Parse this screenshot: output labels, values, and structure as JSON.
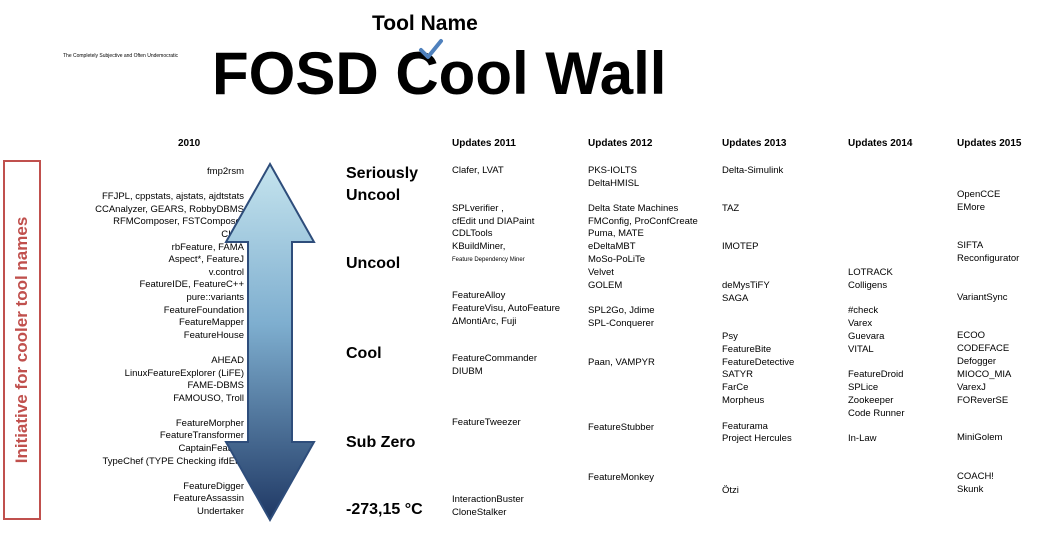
{
  "header": {
    "tool_name": "Tool Name",
    "title": "FOSD Cool Wall",
    "tagline": "The Completely Subjective and Often Undemocratic"
  },
  "sidebar": {
    "label": "Initiative for cooler tool names"
  },
  "levels": {
    "seriously_uncool_1": "Seriously",
    "seriously_uncool_2": "Uncool",
    "uncool": "Uncool",
    "cool": "Cool",
    "sub_zero": "Sub Zero",
    "absolute_zero": "-273,15 °C"
  },
  "columns": {
    "c2010": {
      "header": "2010",
      "items": [
        "fmp2rsm",
        "",
        "FFJPL, cppstats, ajstats, ajdtstats",
        "CCAnalyzer, GEARS, RobbyDBMS",
        "RFMComposer, FSTComposer",
        "CIDE",
        "rbFeature, FAMA",
        "Aspect*, FeatureJ",
        "v.control",
        "FeatureIDE, FeatureC++",
        "pure::variants",
        "FeatureFoundation",
        "FeatureMapper",
        "FeatureHouse",
        "",
        "AHEAD",
        "LinuxFeatureExplorer (LiFE)",
        "FAME-DBMS",
        "FAMOUSO, Troll",
        "",
        "FeatureMorpher",
        "FeatureTransformer",
        "CaptainFeature",
        "TypeChef (TYPE Checking ifdEF)",
        "",
        "FeatureDigger",
        "FeatureAssassin",
        "Undertaker"
      ]
    },
    "c2011": {
      "header": "Updates 2011",
      "items": {
        "a": "Clafer, LVAT",
        "b1": "SPLverifier ,",
        "b2": "cfEdit und DIAPaint",
        "b3": "CDLTools",
        "b4": "KBuildMiner,",
        "b5": "Feature Dependency Miner",
        "c1": "FeatureAlloy",
        "c2": "FeatureVisu, AutoFeature",
        "c3": "ΔMontiArc, Fuji",
        "d1": "FeatureCommander",
        "d2": "DIUBM",
        "e1": "FeatureTweezer",
        "f1": "InteractionBuster",
        "f2": "CloneStalker"
      }
    },
    "c2012": {
      "header": "Updates 2012",
      "items": {
        "a1": "PKS-IOLTS",
        "a2": "DeltaHMISL",
        "b1": "Delta State Machines",
        "b2": "FMConfig, ProConfCreate",
        "b3": "Puma, MATE",
        "b4": "eDeltaMBT",
        "b5": "MoSo-PoLiTe",
        "b6": "Velvet",
        "b7": "GOLEM",
        "c1": "SPL2Go, Jdime",
        "c2": "SPL-Conquerer",
        "d1": "Paan, VAMPYR",
        "e1": "FeatureStubber",
        "f1": "FeatureMonkey"
      }
    },
    "c2013": {
      "header": "Updates 2013",
      "items": {
        "a1": "Delta-Simulink",
        "b1": "TAZ",
        "b2": "IMOTEP",
        "c1": "deMysTiFY",
        "c2": "SAGA",
        "d1": "Psy",
        "d2": "FeatureBite",
        "d3": "FeatureDetective",
        "d4": "SATYR",
        "d5": "FarCe",
        "d6": "Morpheus",
        "e1": "Featurama",
        "e2": "Project Hercules",
        "f1": "Ötzi"
      }
    },
    "c2014": {
      "header": "Updates 2014",
      "items": {
        "a1": "LOTRACK",
        "a2": "Colligens",
        "b1": "#check",
        "b2": "Varex",
        "b3": "Guevara",
        "b4": "VITAL",
        "c1": "FeatureDroid",
        "c2": "SPLice",
        "c3": "Zookeeper",
        "c4": "Code Runner",
        "d1": "In-Law"
      }
    },
    "c2015": {
      "header": "Updates 2015",
      "items": {
        "a1": "OpenCCE",
        "a2": "EMore",
        "b1": "SIFTA",
        "b2": "Reconfigurator",
        "c1": "VariantSync",
        "d1": "ECOO",
        "d2": "CODEFACE",
        "d3": "Defogger",
        "d4": "MIOCO_MIA",
        "d5": "VarexJ",
        "d6": "FOReverSE",
        "e1": "MiniGolem",
        "f1": "COACH!",
        "f2": "Skunk"
      }
    }
  },
  "colors": {
    "sidebar_border": "#c0504d",
    "arrow_top": "#c5e4ee",
    "arrow_bottom": "#1f3864",
    "check": "#4f81bd"
  }
}
